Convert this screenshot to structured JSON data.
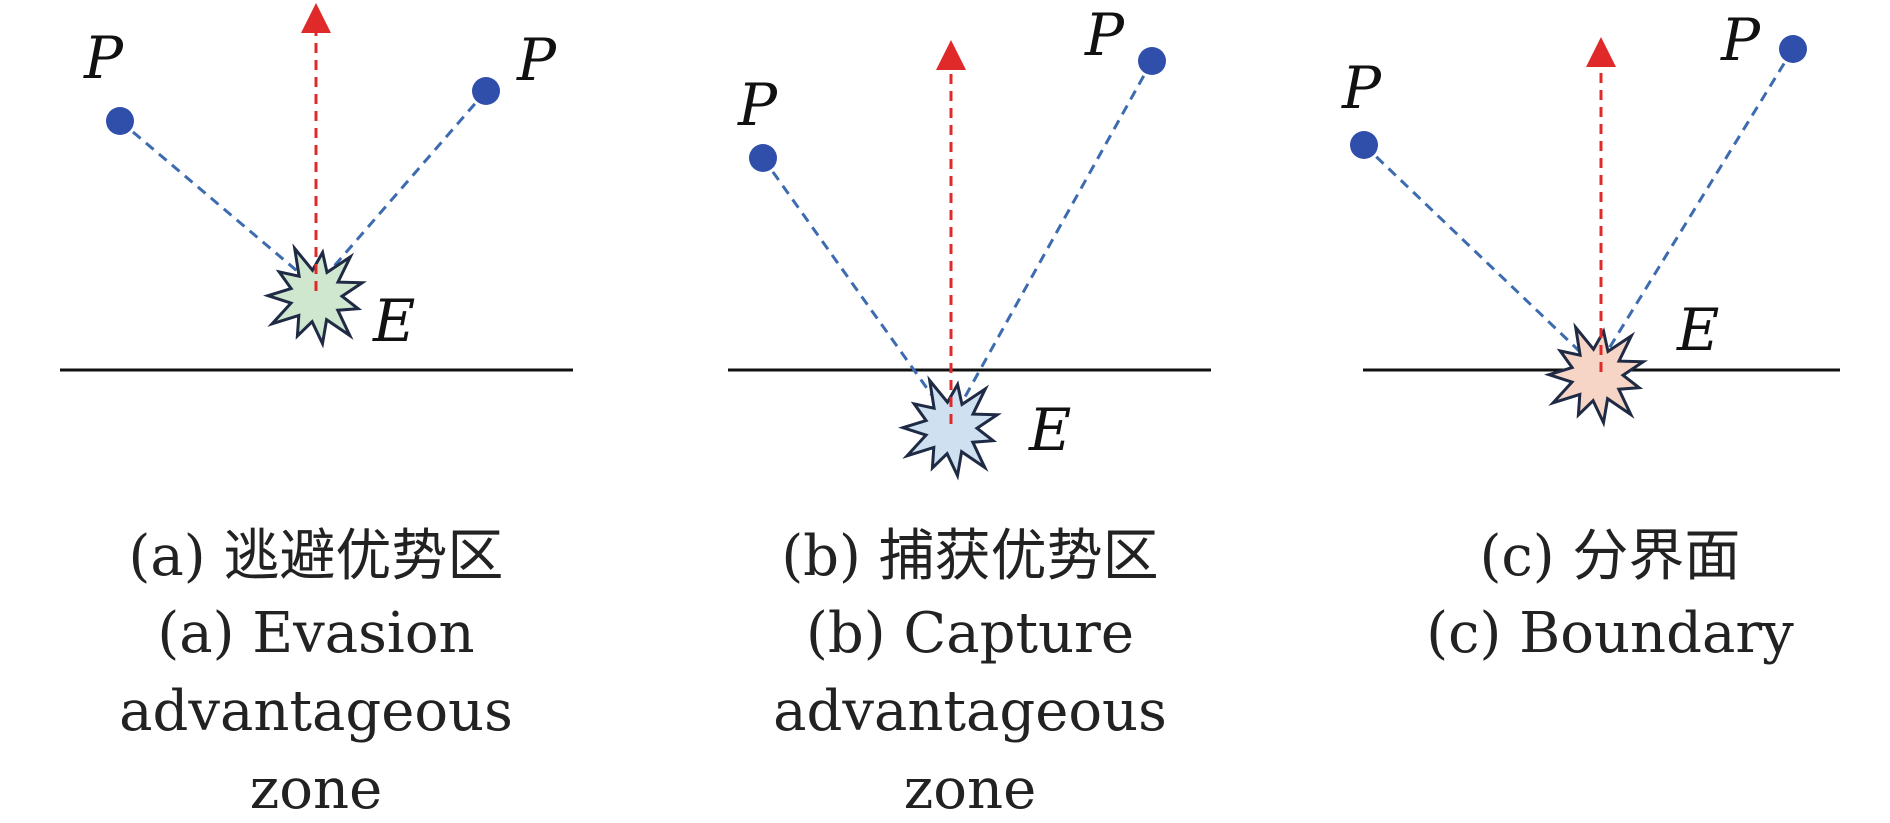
{
  "colors": {
    "player": "#2f4faa",
    "sight_line": "#3c6bb0",
    "escape_arrow": "#e02a2a",
    "ground": "#111111",
    "star_outline": "#1f2a44",
    "evader_fill_a": "#cfe6cf",
    "evader_fill_b": "#cfe0f0",
    "evader_fill_c": "#f6d5c6"
  },
  "icons": {
    "pursuer": "filled-circle",
    "evader": "burst-star",
    "escape_direction": "dashed-arrow-up",
    "sight_line": "dashed-line"
  },
  "panels": [
    {
      "id": "a",
      "pursuer_label_left": "P",
      "pursuer_label_right": "P",
      "evader_label": "E",
      "caption_cn": "(a) 逃避优势区",
      "caption_en_lines": [
        "(a) Evasion",
        "advantageous",
        "zone"
      ]
    },
    {
      "id": "b",
      "pursuer_label_left": "P",
      "pursuer_label_right": "P",
      "evader_label": "E",
      "caption_cn": "(b) 捕获优势区",
      "caption_en_lines": [
        "(b) Capture",
        "advantageous",
        "zone"
      ]
    },
    {
      "id": "c",
      "pursuer_label_left": "P",
      "pursuer_label_right": "P",
      "evader_label": "E",
      "caption_cn": "(c) 分界面",
      "caption_en_lines": [
        "(c) Boundary"
      ]
    }
  ]
}
